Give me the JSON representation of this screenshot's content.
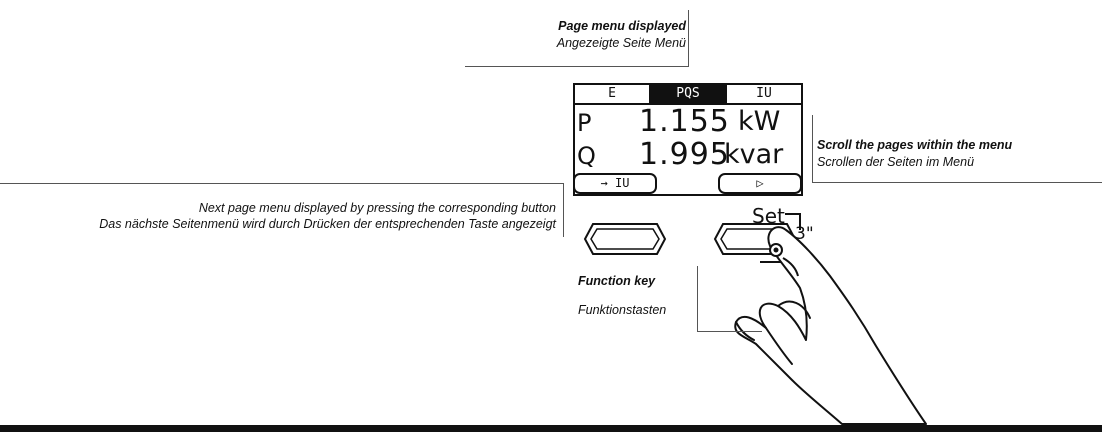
{
  "callouts": {
    "page_menu": {
      "title": "Page menu displayed",
      "subtitle": "Angezeigte Seite Menü"
    },
    "scroll": {
      "title": "Scroll the pages within the menu",
      "subtitle": "Scrollen der Seiten im Menü"
    },
    "next_page": {
      "line1": "Next page menu displayed by pressing the corresponding button",
      "line2": "Das nächste Seitenmenü wird durch Drücken der entsprechenden Taste angezeigt"
    },
    "function_key": {
      "title": "Function key",
      "subtitle": "Funktionstasten"
    }
  },
  "display": {
    "tabs": [
      "E",
      "PQS",
      "IU"
    ],
    "active_tab": "PQS",
    "rows": [
      {
        "label": "P",
        "value": "1.155",
        "unit": "kW"
      },
      {
        "label": "Q",
        "value": "1.995",
        "unit": "kvar"
      }
    ],
    "left_softkey": "→ IU",
    "right_softkey": "▷"
  },
  "set_button": {
    "label": "Set",
    "hold": "3\""
  },
  "colors": {
    "ink": "#111111",
    "leader": "#555555",
    "background": "#ffffff"
  }
}
